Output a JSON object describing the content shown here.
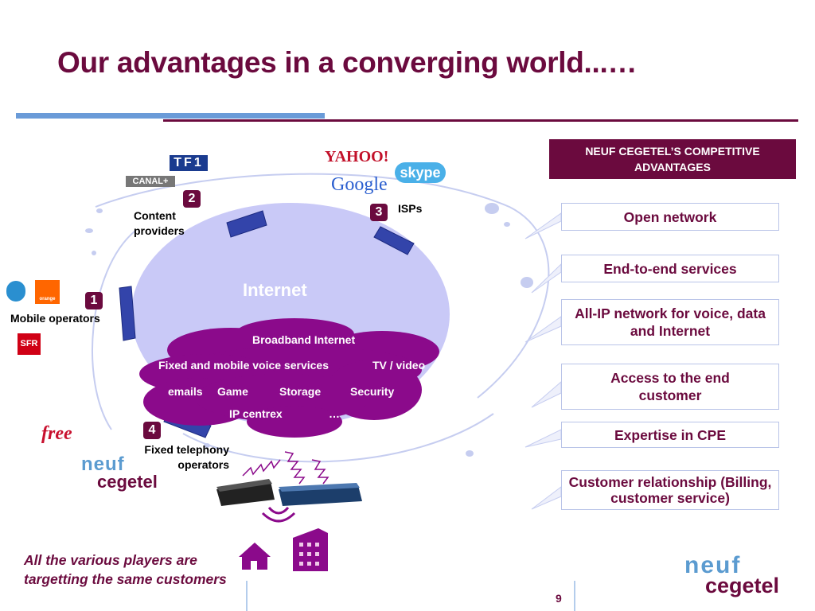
{
  "slide": {
    "title": "Our advantages in a converging world...…",
    "header": "NEUF CEGETEL’S COMPETITIVE ADVANTAGES",
    "advantages": [
      "Open network",
      "End-to-end services",
      "All-IP network for voice, data and Internet",
      "Access to the end customer",
      "Expertise in CPE",
      "Customer relationship (Billing, customer service)"
    ],
    "players": {
      "n1": "1",
      "mobile": "Mobile operators",
      "n2": "2",
      "content": "Content providers",
      "n3": "3",
      "isps": "ISPs",
      "n4": "4",
      "fixed": "Fixed telephony operators"
    },
    "internet_label": "Internet",
    "services": {
      "broadband": "Broadband Internet",
      "voice": "Fixed and mobile voice services",
      "tv": "TV / video",
      "emails": "emails",
      "game": "Game",
      "storage": "Storage",
      "security": "Security",
      "ipcentrex": "IP centrex",
      "more": "…"
    },
    "logos": {
      "tf1": "TF1",
      "canal": "CANAL+",
      "yahoo": "YAHOO!",
      "google": "Google",
      "skype": "skype",
      "orange": "orange",
      "sfr": "SFR",
      "free": "free",
      "neuf": "neuf",
      "cegetel": "cegetel"
    },
    "footer": "All the various players are targetting the same customers",
    "page_number": "9",
    "colors": {
      "brand": "#6b0a3e",
      "accent_blue": "#6a9bd8",
      "cloud": "#8b0a8b",
      "globe": "#c9c9f7"
    }
  }
}
